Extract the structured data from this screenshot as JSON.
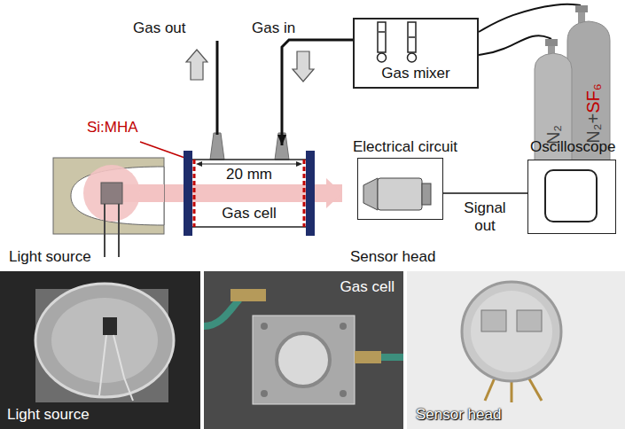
{
  "diagram": {
    "nodes": [
      {
        "text": [
          "Gas mixer"
        ]
      },
      {
        "text": [
          "N₂+SF₆"
        ]
      },
      {
        "text": [
          "N₂"
        ]
      },
      {
        "text": [
          "Light source"
        ]
      },
      {
        "text": [
          "Gas cell"
        ]
      },
      {
        "text": [
          "Electrical circuit"
        ]
      },
      {
        "text": [
          "Oscilloscope"
        ]
      },
      {
        "text": [
          "Light source"
        ]
      },
      {
        "text": [
          "Gas cell"
        ]
      },
      {
        "text": [
          "Sensor head"
        ]
      }
    ],
    "edges": [
      {
        "from": 1,
        "to": 0,
        "arrow": "none"
      },
      {
        "from": 2,
        "to": 0,
        "arrow": "none"
      },
      {
        "from": 0,
        "to": 4,
        "arrow": "to"
      },
      {
        "from": 3,
        "to": 4,
        "arrow": "none"
      },
      {
        "from": 4,
        "to": 5,
        "arrow": "to"
      },
      {
        "from": 5,
        "to": 6,
        "label": "Signal out",
        "arrow": "none"
      }
    ],
    "labels": [
      "Gas out",
      "Gas in",
      "Si:MHA",
      "20 mm",
      "Sensor head"
    ]
  }
}
